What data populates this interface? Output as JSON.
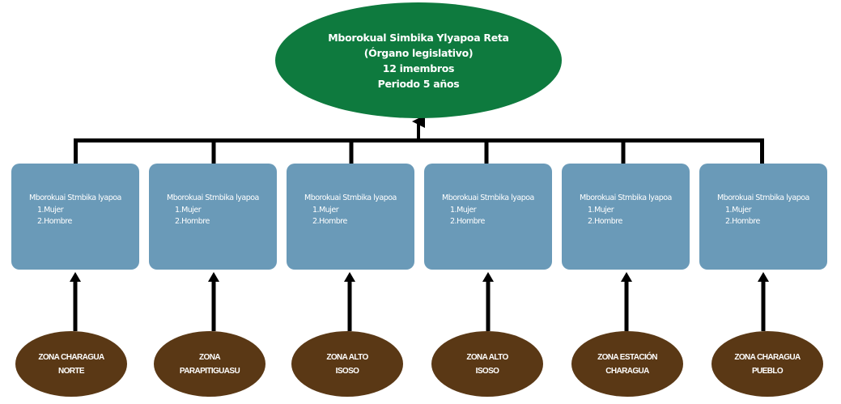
{
  "top_node": {
    "lines": [
      "Mborokual Simbika Ylyapoa Reta",
      "(Órgano legislativo)",
      "12 imembros",
      "Periodo 5 años"
    ],
    "color": "#0e7a3e"
  },
  "boxes": [
    {
      "title": "Mborokuai Stmbika lyapoa",
      "items": [
        "1.Mujer",
        "2.Hombre"
      ]
    },
    {
      "title": "Mborokuai Stmbika lyapoa",
      "items": [
        "1.Mujer",
        "2.Hombre"
      ]
    },
    {
      "title": "Mborokuai Stmbika lyapoa",
      "items": [
        "1.Mujer",
        "2.Hombre"
      ]
    },
    {
      "title": "Mborokuai Stmbika lyapoa",
      "items": [
        "1.Mujer",
        "2.Hombre"
      ]
    },
    {
      "title": "Mborokuai Stmbika lyapoa",
      "items": [
        "1.Mujer",
        "2.Hombre"
      ]
    },
    {
      "title": "Mborokuai Stmbika lyapoa",
      "items": [
        "1.Mujer",
        "2.Hombre"
      ]
    }
  ],
  "zones": [
    {
      "lines": [
        "ZONA CHARAGUA",
        "NORTE"
      ]
    },
    {
      "lines": [
        "ZONA",
        "PARAPITIGUASU"
      ]
    },
    {
      "lines": [
        "ZONA ALTO",
        "ISOSO"
      ]
    },
    {
      "lines": [
        "ZONA ALTO",
        "ISOSO"
      ]
    },
    {
      "lines": [
        "ZONA ESTACIÓN",
        "CHARAGUA"
      ]
    },
    {
      "lines": [
        "ZONA CHARAGUA",
        "PUEBLO"
      ]
    }
  ],
  "colors": {
    "box": "#6a9ab8",
    "zone": "#5a3815",
    "connector": "#000000"
  }
}
